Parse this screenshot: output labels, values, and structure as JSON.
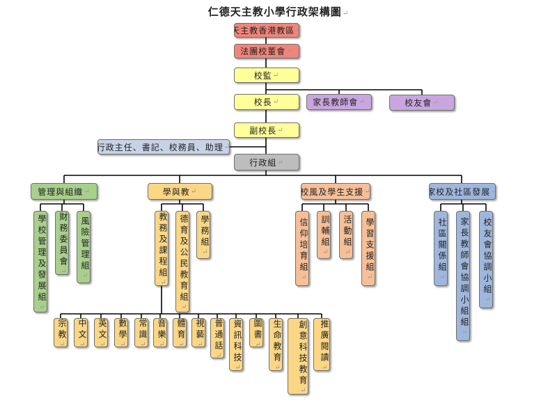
{
  "title": "仁德天主教小學行政架構圖",
  "colors": {
    "top": "#f0857b",
    "main": "#ffff99",
    "parents": "#c9a6e0",
    "staff": "#c6d3e6",
    "admin": "#bdbdbd",
    "management": "#a9cf8c",
    "learning": "#fbd785",
    "discipline": "#f6bf98",
    "community": "#9fb7dd"
  },
  "hierarchy": {
    "diocese": "天主教香港教區",
    "board": "法團校董會",
    "supervisor": "校監",
    "principal": "校長",
    "pta": "家長教師會",
    "alumni": "校友會",
    "vice_principal": "副校長",
    "staff": "行政主任、書記、校務員、助理",
    "admin_group": "行政組"
  },
  "departments": {
    "management": "管理與組織",
    "learning": "學與教",
    "discipline": "校風及學生支援",
    "community": "家校及社區發展"
  },
  "management_groups": [
    "學校管理及發展組",
    "財務委員會",
    "風險管理組"
  ],
  "learning_groups": [
    "教務及課程組",
    "德育及公民教育組",
    "學務組"
  ],
  "discipline_groups": [
    "信仰培育組",
    "訓輔組",
    "活動組",
    "學習支援組"
  ],
  "community_groups": [
    "社區關係組",
    "家長教師會協調小組組",
    "校友會協調小組"
  ],
  "subjects": [
    "宗教",
    "中文",
    "英文",
    "數學",
    "常識",
    "音樂",
    "體育",
    "視藝",
    "普通話",
    "資訊科技",
    "圖書",
    "生命教育",
    "創意科技教育",
    "推廣閱讀"
  ]
}
